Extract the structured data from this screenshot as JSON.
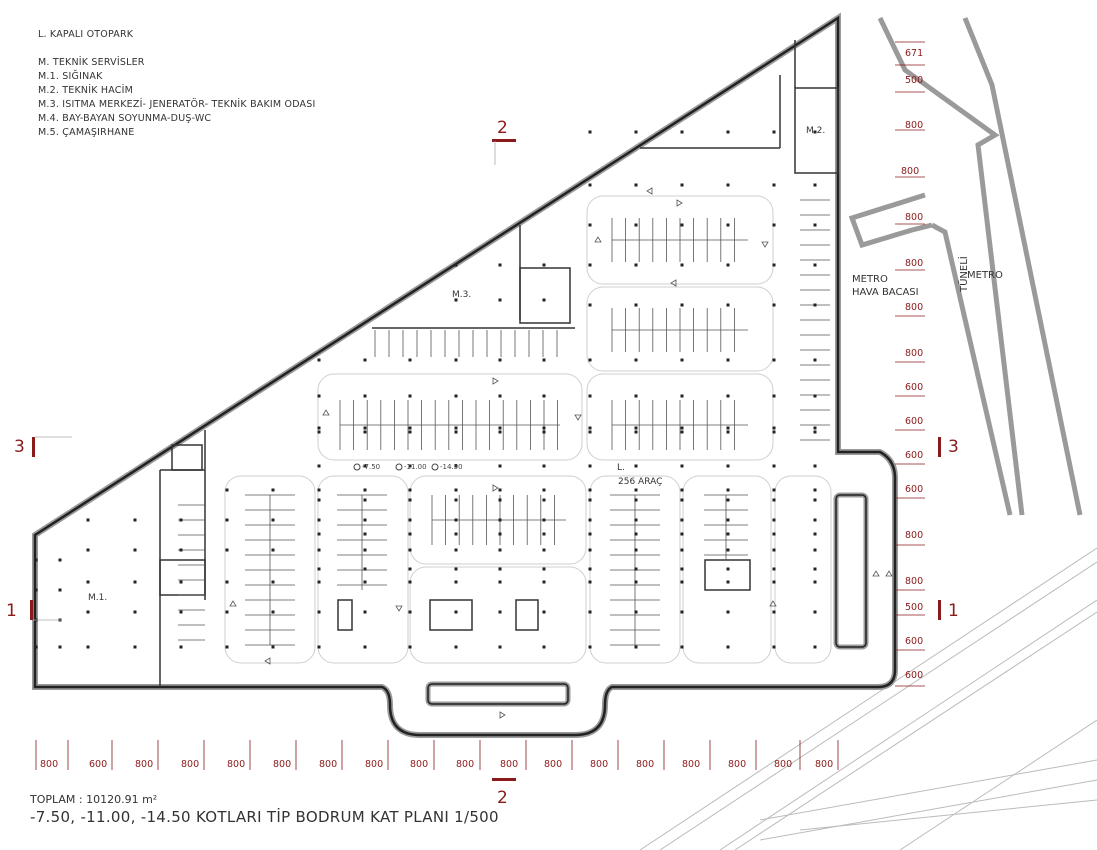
{
  "legend": [
    "L. KAPALI OTOPARK",
    "",
    "M. TEKNİK SERVİSLER",
    "M.1. SIĞINAK",
    "M.2. TEKNİK HACİM",
    "M.3. ISITMA MERKEZİ- JENERATÖR- TEKNİK BAKIM ODASI",
    "M.4. BAY-BAYAN SOYUNMA-DUŞ-WC",
    "M.5. ÇAMAŞIRHANE"
  ],
  "rooms": {
    "m1": "M.1.",
    "m2": "M.2.",
    "m3": "M.3.",
    "l": "L.",
    "capacity": "256 ARAÇ"
  },
  "levels": [
    "-7.50",
    "-11.00",
    "-14.50"
  ],
  "metro": {
    "shaft_line1": "METRO",
    "shaft_line2": "HAVA BACASI",
    "tunnel_line1": "METRO",
    "tunnel_line2": "TÜNELİ"
  },
  "section_marks": {
    "top": "2",
    "bottom": "2",
    "left1": "1",
    "right1": "1",
    "left3": "3",
    "right3": "3"
  },
  "dims_bottom": [
    "800",
    "600",
    "800",
    "800",
    "800",
    "800",
    "800",
    "800",
    "800",
    "800",
    "800",
    "800",
    "800",
    "800",
    "800",
    "800",
    "800",
    "800"
  ],
  "dims_right": [
    "671",
    "500",
    "800",
    "800",
    "800",
    "800",
    "800",
    "800",
    "600",
    "600",
    "600",
    "600",
    "800",
    "800",
    "500",
    "600",
    "600"
  ],
  "footer": {
    "area": "TOPLAM : 10120.91 m²",
    "title": "-7.50, -11.00, -14.50 KOTLARI TİP BODRUM KAT PLANI 1/500"
  },
  "colors": {
    "accent": "#8b1a1a",
    "wall": "#222222",
    "ramp": "#9a9a9a"
  }
}
